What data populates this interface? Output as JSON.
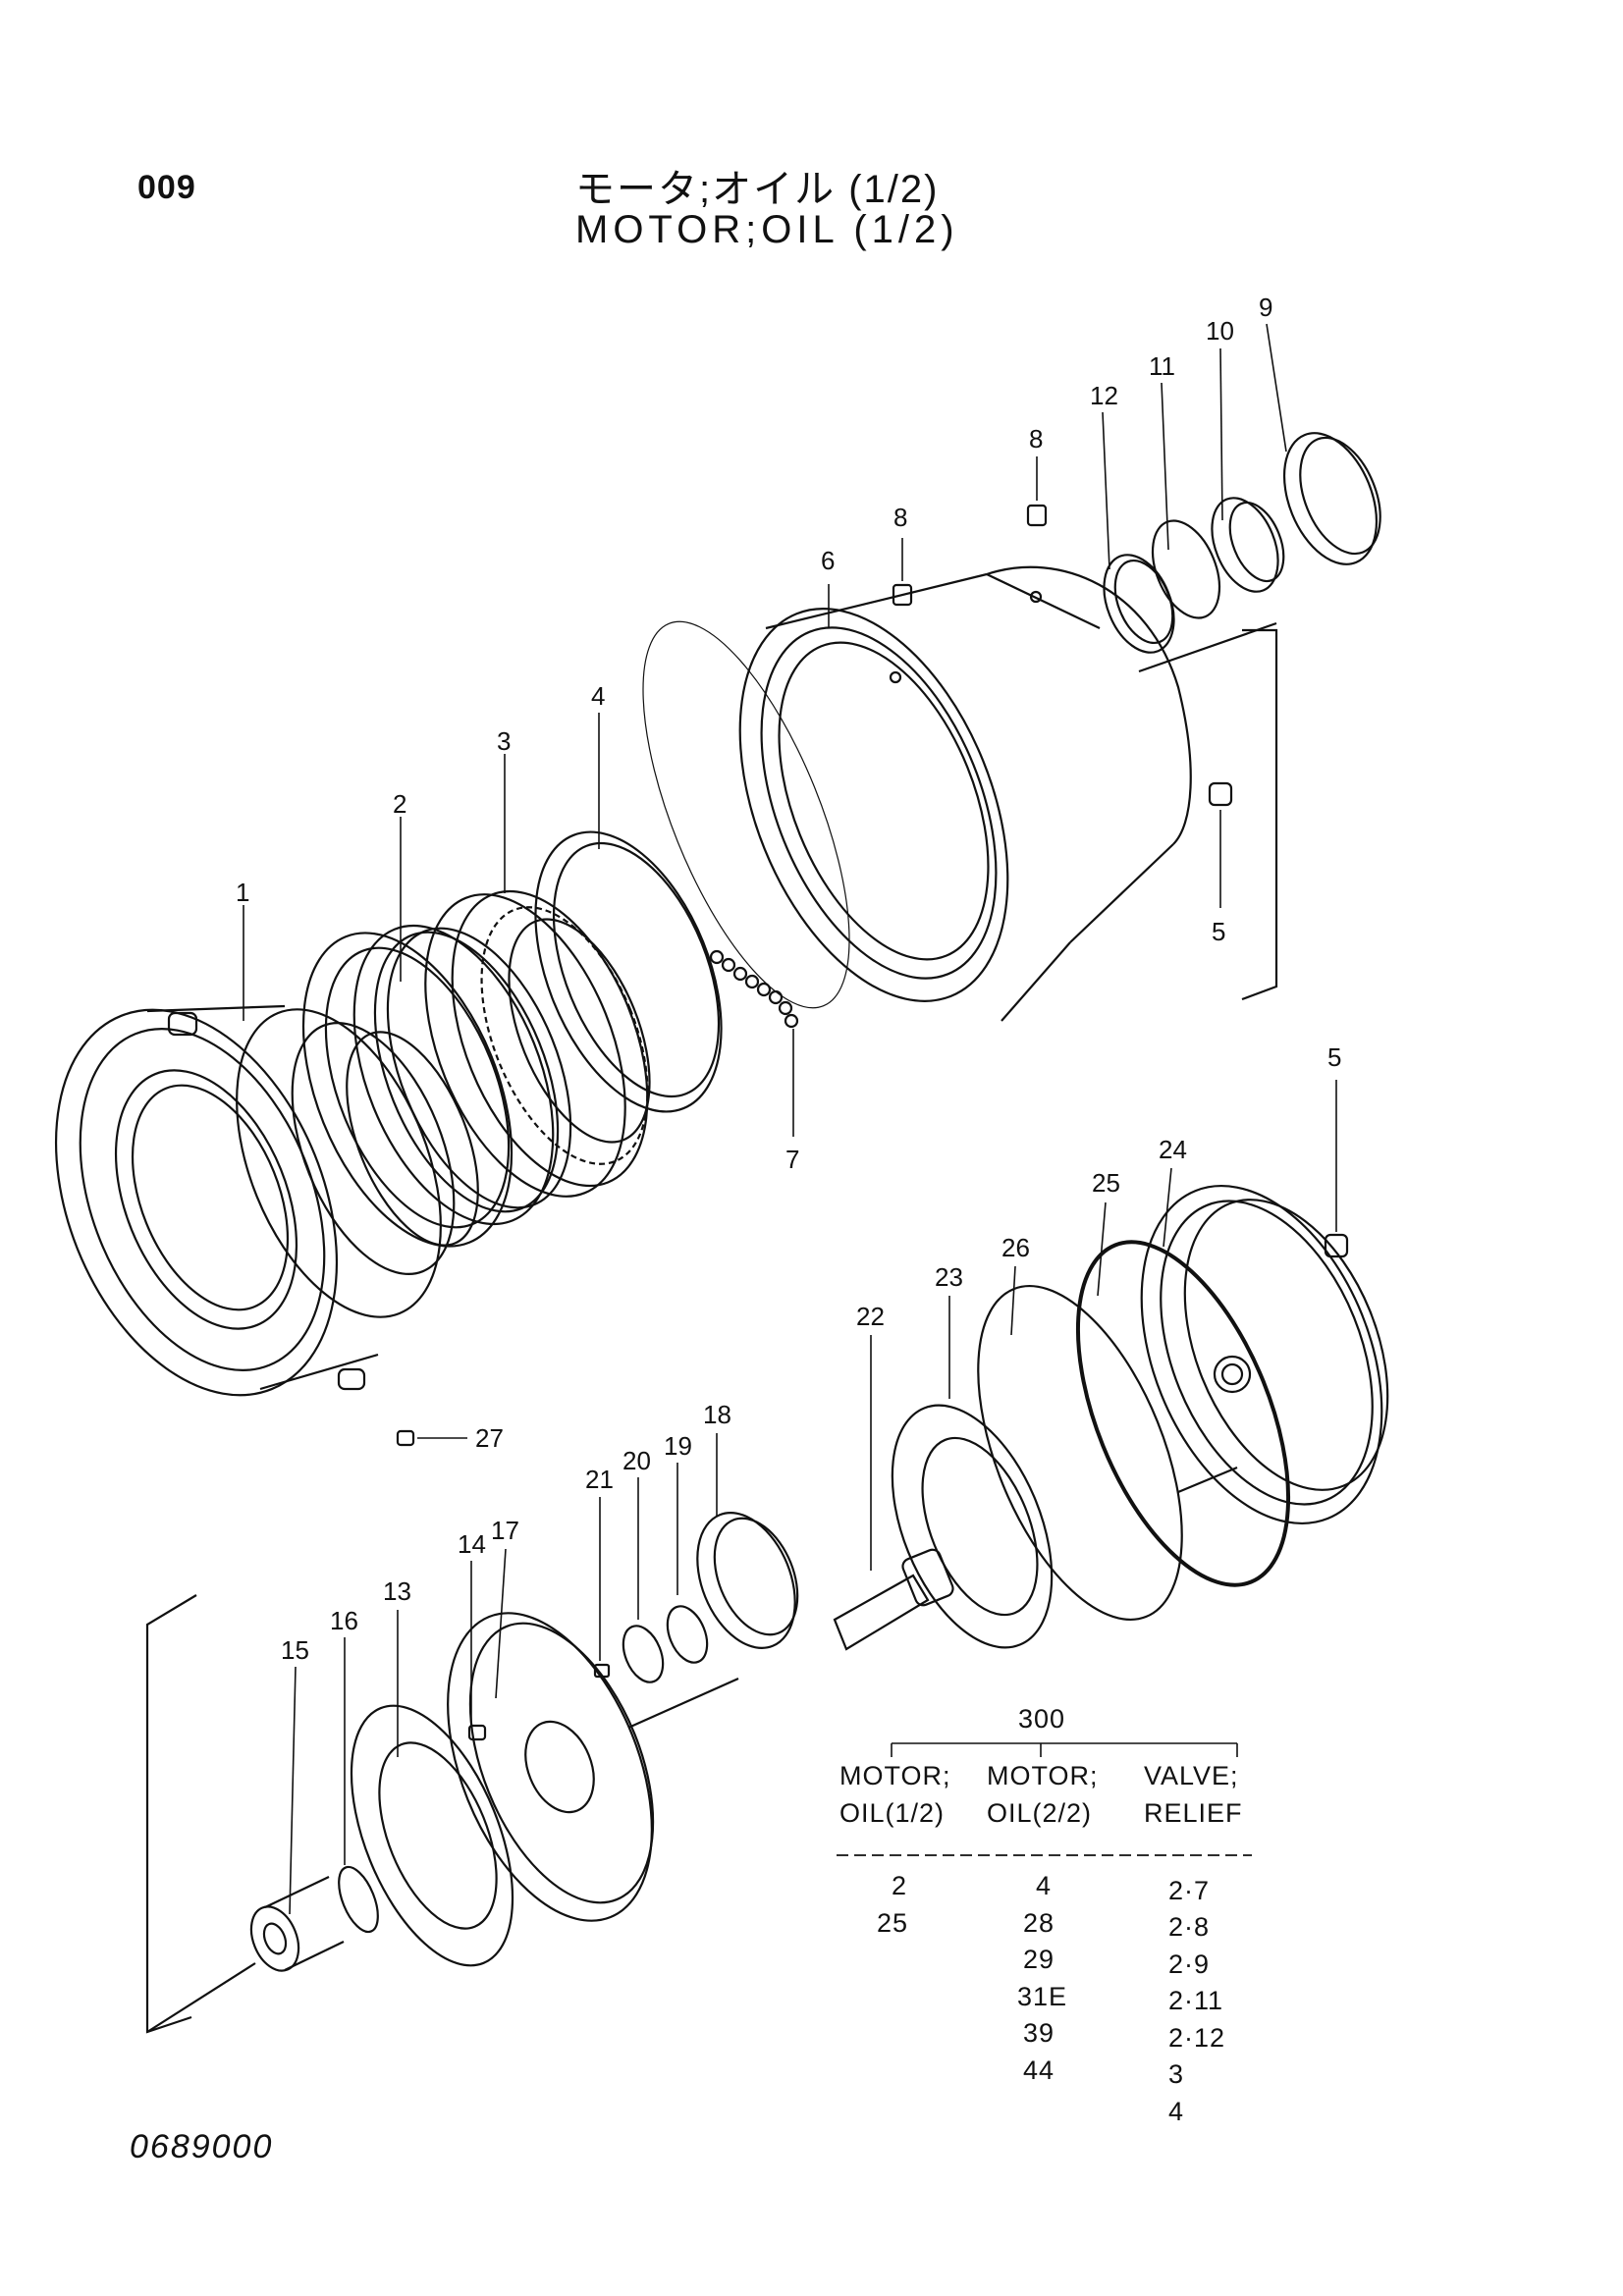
{
  "header": {
    "page_code": "009",
    "title_jp": "モータ;オイル (1/2)",
    "title_en": "MOTOR;OIL (1/2)"
  },
  "footer": {
    "drawing_code": "0689000"
  },
  "callouts": [
    "1",
    "2",
    "3",
    "4",
    "5",
    "5",
    "6",
    "7",
    "8",
    "8",
    "9",
    "10",
    "11",
    "12",
    "13",
    "14",
    "15",
    "16",
    "17",
    "18",
    "19",
    "20",
    "21",
    "22",
    "23",
    "24",
    "25",
    "26",
    "27"
  ],
  "assembly_table": {
    "group": "300",
    "columns": [
      {
        "header_line1": "MOTOR;",
        "header_line2": "OIL(1/2)",
        "items": [
          "2",
          "25"
        ]
      },
      {
        "header_line1": "MOTOR;",
        "header_line2": "OIL(2/2)",
        "items": [
          "4",
          "28",
          "29",
          "31E",
          "39",
          "44"
        ]
      },
      {
        "header_line1": "VALVE;",
        "header_line2": "RELIEF",
        "items": [
          "2·7",
          "2·8",
          "2·9",
          "2·11",
          "2·12",
          "3",
          "4"
        ]
      }
    ]
  }
}
